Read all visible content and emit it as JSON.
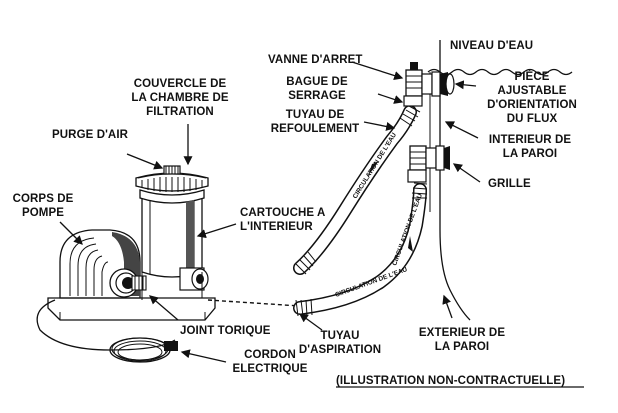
{
  "labels": {
    "purge_air": "PURGE D'AIR",
    "couvercle_l1": "COUVERCLE DE",
    "couvercle_l2": "LA CHAMBRE DE",
    "couvercle_l3": "FILTRATION",
    "corps_l1": "CORPS DE",
    "corps_l2": "POMPE",
    "cartouche_l1": "CARTOUCHE A",
    "cartouche_l2": "L'INTERIEUR",
    "joint": "JOINT TORIQUE",
    "cordon_l1": "CORDON",
    "cordon_l2": "ELECTRIQUE",
    "vanne": "VANNE D'ARRET",
    "bague_l1": "BAGUE DE",
    "bague_l2": "SERRAGE",
    "tuyau_ref_l1": "TUYAU DE",
    "tuyau_ref_l2": "REFOULEMENT",
    "niveau": "NIVEAU D'EAU",
    "piece_l1": "PIÈCE",
    "piece_l2": "AJUSTABLE",
    "piece_l3": "D'ORIENTATION",
    "piece_l4": "DU FLUX",
    "interieur_l1": "INTERIEUR DE",
    "interieur_l2": "LA PAROI",
    "grille": "GRILLE",
    "tuyau_asp_l1": "TUYAU",
    "tuyau_asp_l2": "D'ASPIRATION",
    "exterieur_l1": "EXTERIEUR DE",
    "exterieur_l2": "LA PAROI",
    "circulation_upper": "CIRCULATION DE L'EAU",
    "circulation_lower": "CIRCULATION DE L'EAU",
    "circulation_bottom": "CIRCULATION DE L'EAU",
    "disclaimer": "(ILLUSTRATION NON-CONTRACTUELLE)"
  },
  "colors": {
    "ink": "#111111",
    "background": "#ffffff"
  }
}
